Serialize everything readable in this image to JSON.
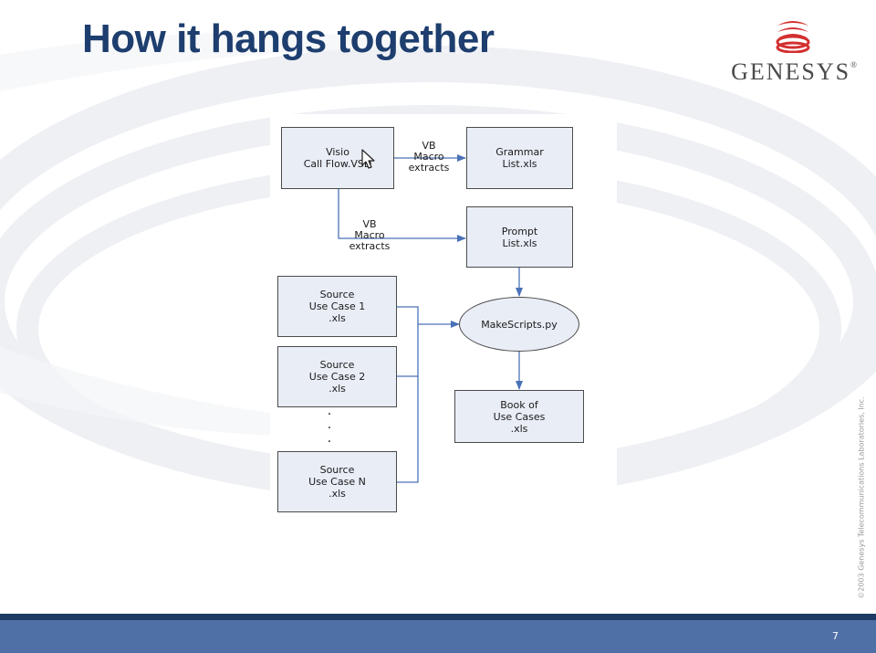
{
  "slide": {
    "title": "How it hangs together",
    "page_number": "7",
    "copyright": "©2003 Genesys Telecommunications Laboratories, Inc."
  },
  "logo": {
    "text": "GENESYS",
    "trademark": "®",
    "colors": {
      "mark": "#d32f2f",
      "text": "#4a4a4a"
    }
  },
  "colors": {
    "title": "#1d3e6e",
    "footer_band": "#4f6fa7",
    "footer_top": "#1c3a63",
    "node_fill": "#e9edf6",
    "node_border": "#4b4b4b",
    "arrow": "#4a72b8"
  },
  "diagram": {
    "nodes": {
      "visio": "Visio\nCall Flow.VSD",
      "grammar": "Grammar\nList.xls",
      "prompt": "Prompt\nList.xls",
      "use_case_1": "Source\nUse Case 1\n.xls",
      "use_case_2": "Source\nUse Case 2\n.xls",
      "use_case_n": "Source\nUse Case N\n.xls",
      "makescripts": "MakeScripts.py",
      "book": "Book of\nUse Cases\n.xls"
    },
    "edge_labels": {
      "visio_to_grammar": "VB\nMacro\nextracts",
      "visio_to_prompt": "VB\nMacro\nextracts"
    },
    "ellipsis": ".\n.\n."
  }
}
